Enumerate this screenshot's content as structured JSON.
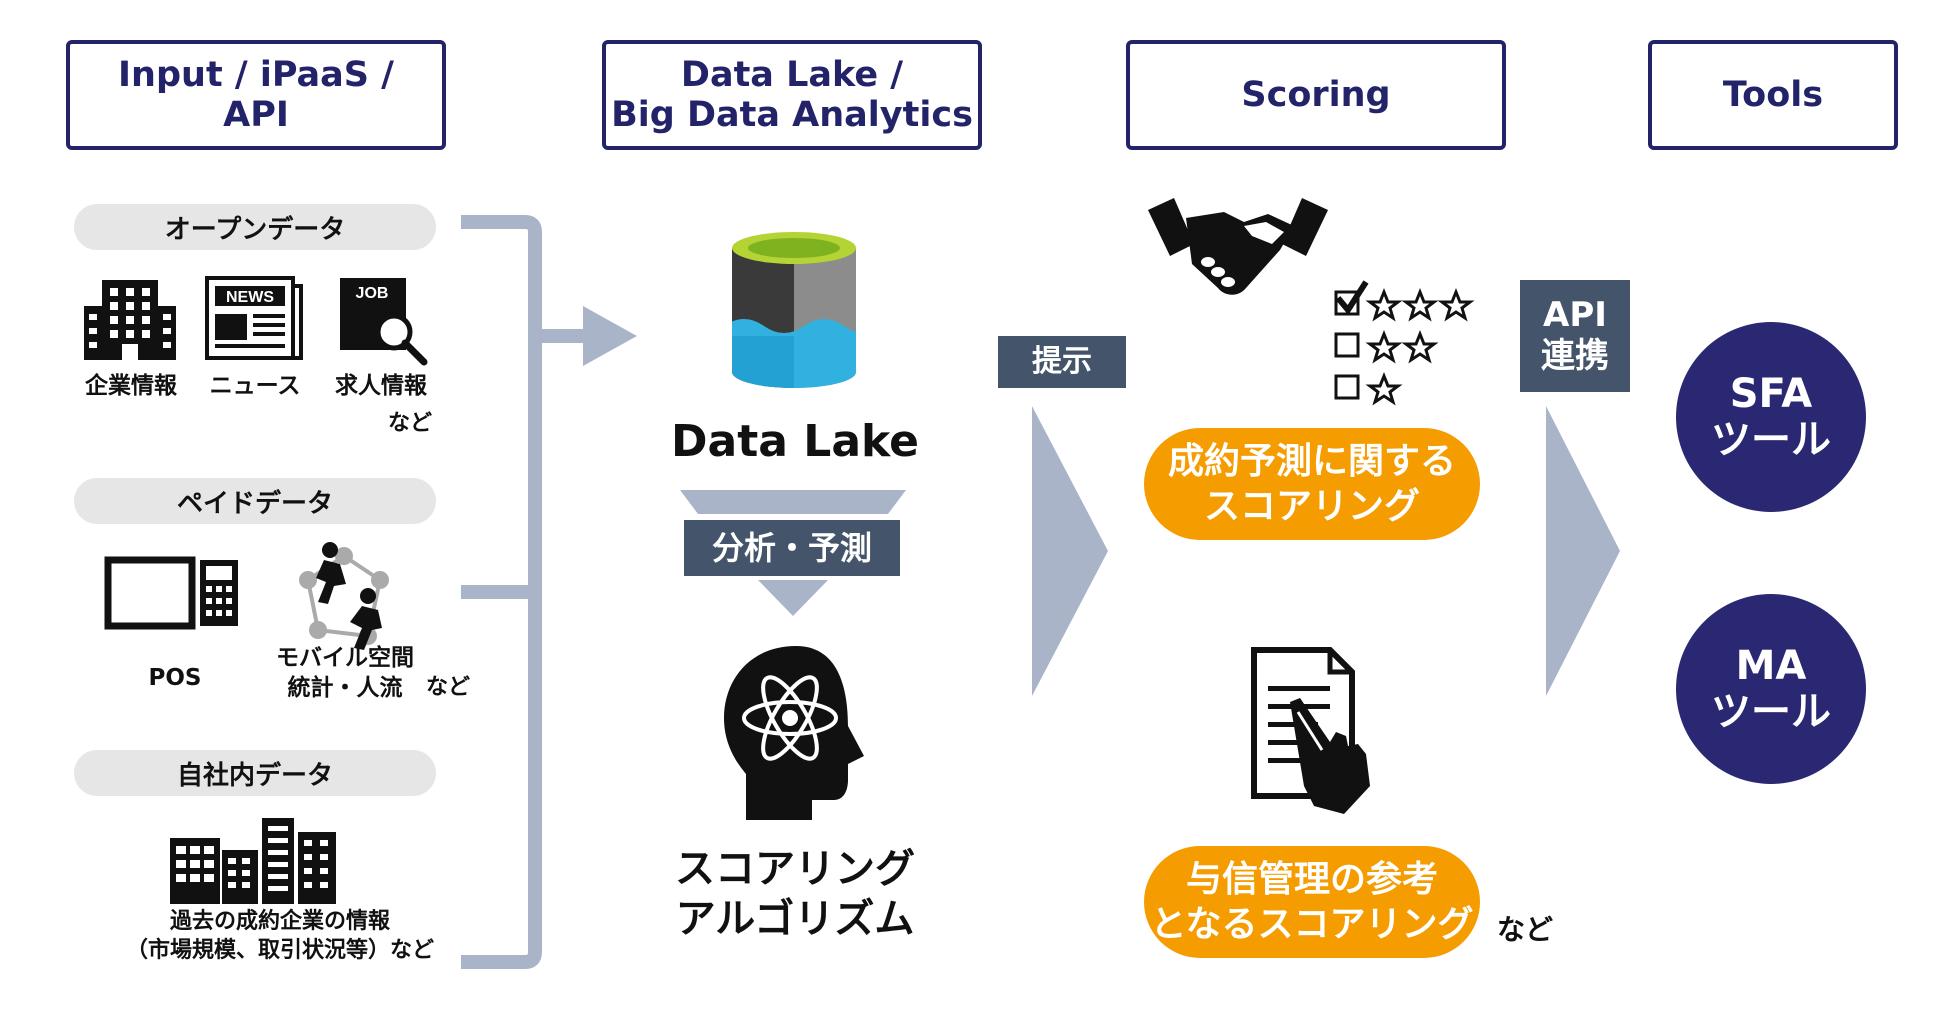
{
  "headers": {
    "input": "Input / iPaaS /\nAPI",
    "datalake": "Data Lake /\nBig Data Analytics",
    "scoring": "Scoring",
    "tools": "Tools"
  },
  "input": {
    "open_data": {
      "title": "オープンデータ",
      "items": [
        "企業情報",
        "ニュース",
        "求人情報"
      ],
      "etc": "など",
      "news_text": "NEWS",
      "job_text": "JOB"
    },
    "paid_data": {
      "title": "ペイドデータ",
      "pos": "POS",
      "mobile": "モバイル空間\n統計・人流",
      "etc": "など"
    },
    "internal_data": {
      "title": "自社内データ",
      "desc": "過去の成約企業の情報\n（市場規模、取引状況等）など"
    }
  },
  "datalake": {
    "name": "Data Lake",
    "analysis": "分析・予測",
    "algorithm": "スコアリング\nアルゴリズム"
  },
  "present_label": "提示",
  "scoring": {
    "prediction": "成約予測に関する\nスコアリング",
    "credit": "与信管理の参考\nとなるスコアリング",
    "etc": "など"
  },
  "api_label": "API\n連携",
  "tools": {
    "sfa": "SFA\nツール",
    "ma": "MA\nツール"
  },
  "colors": {
    "navy": "#23236a",
    "tool_circle": "#2a2872",
    "orange": "#f59c00",
    "slate": "#44546a",
    "arrow": "#aab4c8",
    "pill": "#e6e6e6"
  }
}
